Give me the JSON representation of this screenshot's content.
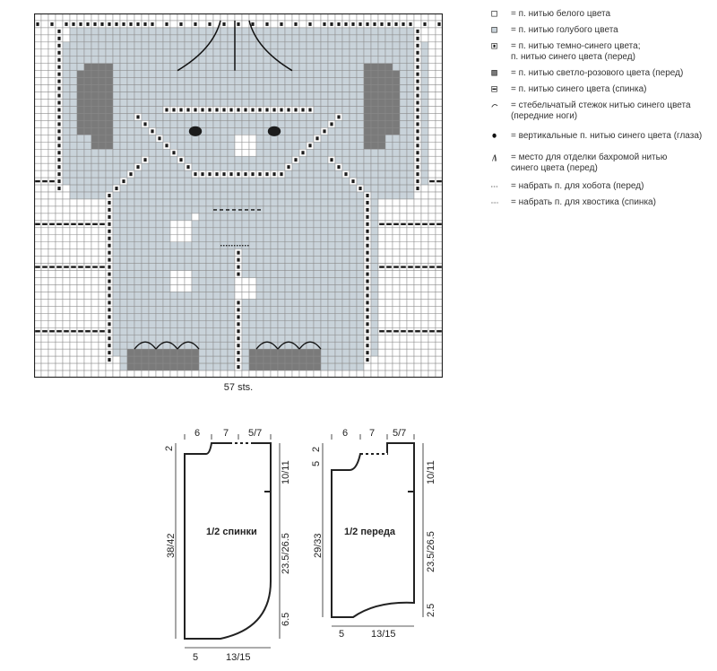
{
  "chart": {
    "stitch_count_label": "57 sts.",
    "colors": {
      "white": "#ffffff",
      "light_blue": "#c9d3da",
      "dark_pink": "#7a7a7a",
      "navy": "#1c1c1c",
      "grid": "#8a8a8a"
    }
  },
  "legend": {
    "items": [
      {
        "symbol": "white-square-icon",
        "lines": [
          "= п. нитью белого цвета"
        ]
      },
      {
        "symbol": "light-blue-square-icon",
        "lines": [
          "= п. нитью голубого цвета"
        ]
      },
      {
        "symbol": "dot-square-icon",
        "lines": [
          "= п. нитью темно-синего цвета;",
          "п. нитью синего цвета (перед)"
        ]
      },
      {
        "symbol": "gray-square-icon",
        "lines": [
          "= п. нитью светло-розового цвета (перед)"
        ]
      },
      {
        "symbol": "bar-square-icon",
        "lines": [
          "= п. нитью синего цвета (спинка)"
        ]
      },
      {
        "symbol": "arc-stitch-icon",
        "lines": [
          "= стебельчатый стежок нитью синего цвета",
          "(передние ноги)"
        ]
      },
      {
        "symbol": "eye-dot-icon",
        "lines": [
          "= вертикальные п. нитью синего цвета (глаза)"
        ]
      },
      {
        "symbol": "fringe-icon",
        "lines": [
          "= место для отделки бахромой нитью",
          "синего цвета (перед)"
        ]
      },
      {
        "symbol": "dash-line-icon",
        "lines": [
          "= набрать п. для хобота (перед)"
        ]
      },
      {
        "symbol": "dot-line-icon",
        "lines": [
          "= набрать п. для хвостика (спинка)"
        ]
      }
    ]
  },
  "schemas": {
    "back": {
      "title": "1/2 спинки",
      "top": [
        "6",
        "7",
        "5/7"
      ],
      "left": "38/42",
      "top_left": "2",
      "right": [
        "10/11",
        "23.5/26.5",
        "6.5"
      ],
      "bottom": [
        "5",
        "13/15"
      ]
    },
    "front": {
      "title": "1/2 переда",
      "top": [
        "6",
        "7",
        "5/7"
      ],
      "left": "29/33",
      "top_left": [
        "5",
        "2"
      ],
      "right": [
        "10/11",
        "23.5/26.5",
        "2.5"
      ],
      "bottom": [
        "5",
        "13/15"
      ]
    }
  }
}
